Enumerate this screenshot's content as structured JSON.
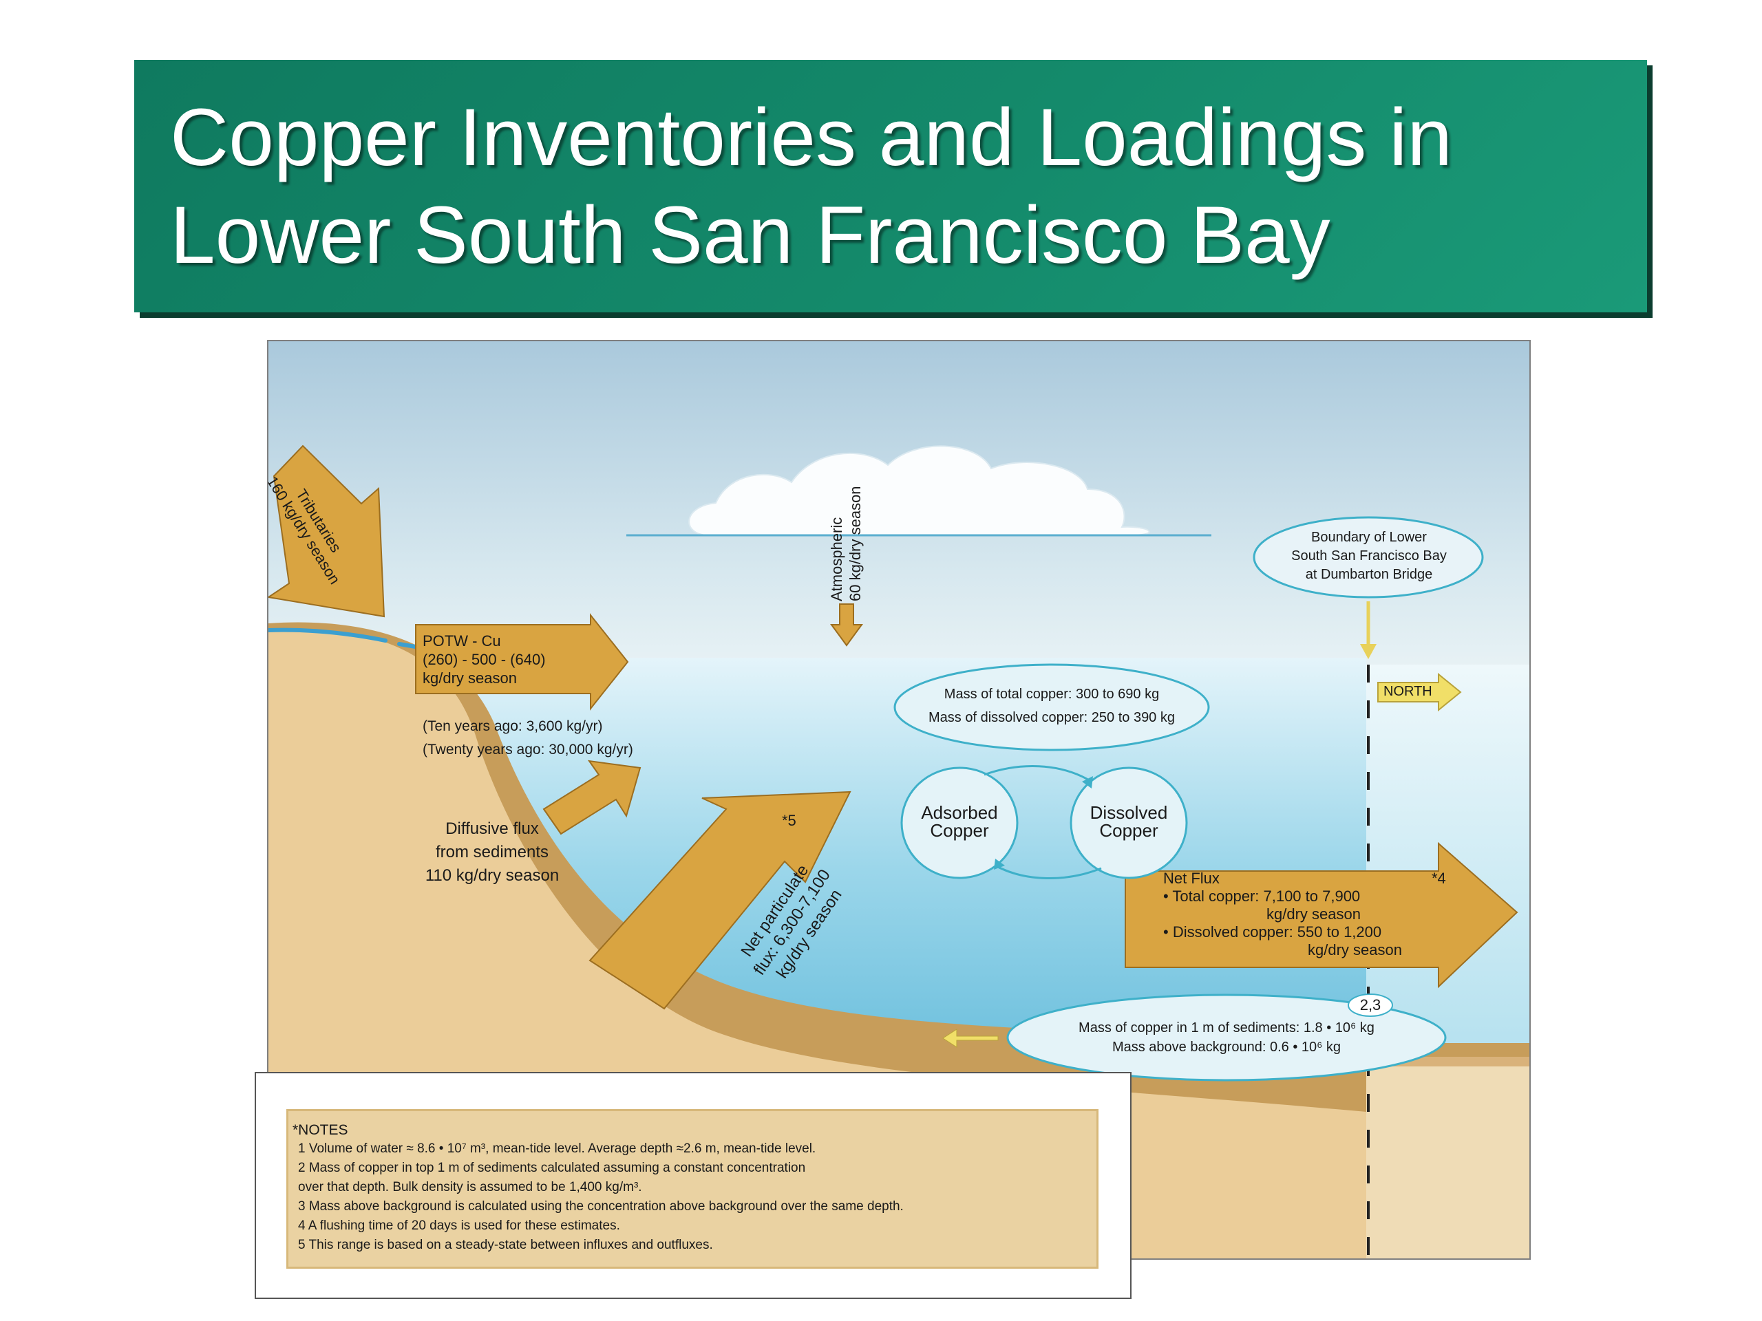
{
  "title_line1": "Copper Inventories and Loadings in",
  "title_line2": "Lower South San Francisco Bay",
  "labels": {
    "tributaries_1": "Tributaries",
    "tributaries_2": "160 kg/dry season",
    "atmospheric_1": "Atmospheric",
    "atmospheric_2": "60 kg/dry season",
    "potw_1": "POTW - Cu",
    "potw_2": "(260) - 500 - (640)",
    "potw_3": "kg/dry season",
    "ten_years": "(Ten years ago: 3,600 kg/yr)",
    "twenty_years": "(Twenty years ago: 30,000 kg/yr)",
    "diffusive_1": "Diffusive flux",
    "diffusive_2": "from sediments",
    "diffusive_3": "110 kg/dry season",
    "boundary_1": "Boundary of Lower",
    "boundary_2": "South San Francisco Bay",
    "boundary_3": "at Dumbarton Bridge",
    "north": "NORTH",
    "mass_total": "Mass of total copper: 300 to 690 kg",
    "mass_dissolved": "Mass of dissolved copper: 250 to 390 kg",
    "adsorbed_1": "Adsorbed",
    "adsorbed_2": "Copper",
    "dissolved_1": "Dissolved",
    "dissolved_2": "Copper",
    "net_particulate_1": "Net particulate",
    "net_particulate_2": "flux: 6,300-7,100",
    "net_particulate_3": "kg/dry season",
    "mark_5": "*5",
    "net_flux_title": "Net Flux",
    "net_flux_1": "• Total copper: 7,100 to 7,900",
    "net_flux_2": "kg/dry season",
    "net_flux_3": "• Dissolved copper: 550 to 1,200",
    "net_flux_4": "kg/dry season",
    "mark_4": "*4",
    "mark_23": "2,3",
    "sediment_1": "Mass of copper in 1 m of sediments: 1.8 • 10⁶ kg",
    "sediment_2": "Mass above background: 0.6 • 10⁶ kg"
  },
  "notes": {
    "title": "*NOTES",
    "items": [
      "1  Volume of water ≈ 8.6 • 10⁷ m³, mean-tide level.  Average depth ≈2.6 m, mean-tide level.",
      "2  Mass of copper in top 1 m of sediments calculated assuming a constant concentration",
      "    over that depth. Bulk density is assumed to be 1,400 kg/m³.",
      "3  Mass above background is calculated using the concentration above background over the same depth.",
      "4  A flushing time of 20 days is used for these estimates.",
      "5  This range is based on a steady-state between influxes and outfluxes."
    ]
  },
  "colors": {
    "banner": "#148a6b",
    "arrow": "#d9a441",
    "sand": "#e6c48f",
    "water": "#5bb8d6"
  }
}
